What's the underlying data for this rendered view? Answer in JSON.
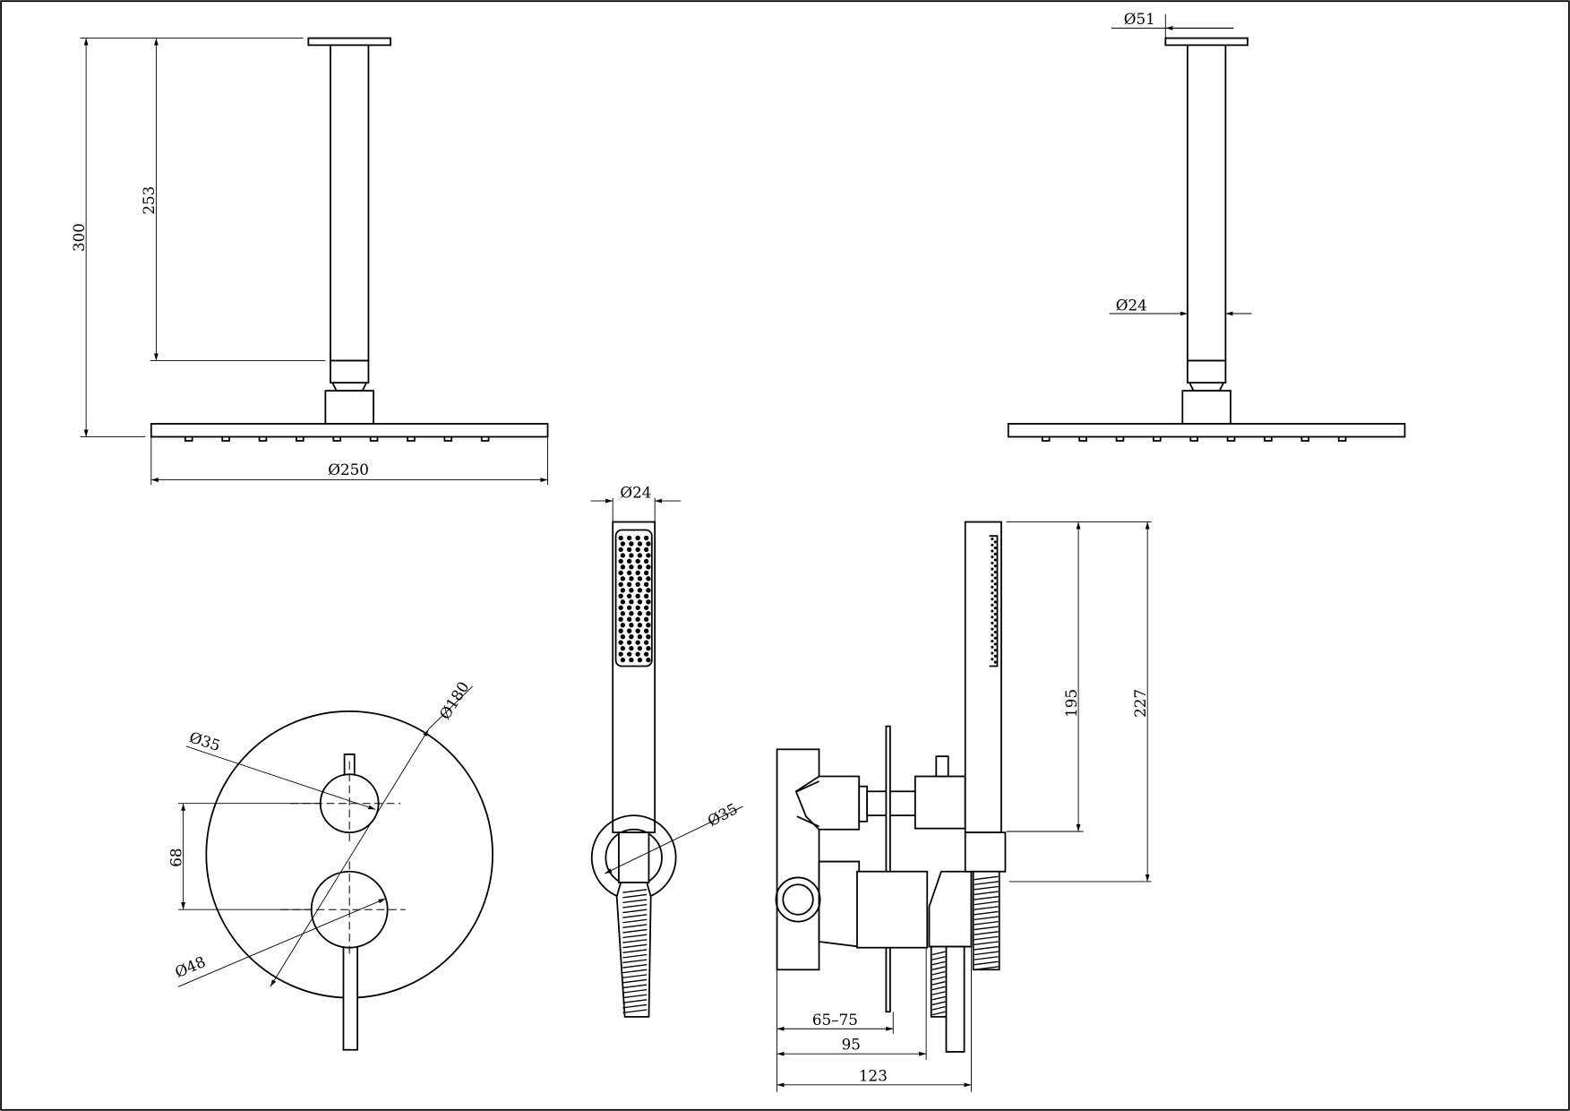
{
  "title": "Shower set technical drawing",
  "colors": {
    "line": "#000000",
    "background": "#ffffff"
  },
  "dimensions": {
    "head_total_height": "300",
    "arm_length": "253",
    "head_diameter": "Ø250",
    "flange_diameter": "Ø51",
    "arm_diameter": "Ø24",
    "handshower_diameter": "Ø24",
    "holder_diameter": "Ø35",
    "plate_diameter": "Ø180",
    "small_knob_diameter": "Ø35",
    "knob_spacing": "68",
    "large_knob_diameter": "Ø48",
    "handshower_length": "195",
    "handshower_total_height": "227",
    "install_depth": "65–75",
    "depth_95": "95",
    "depth_123": "123"
  }
}
